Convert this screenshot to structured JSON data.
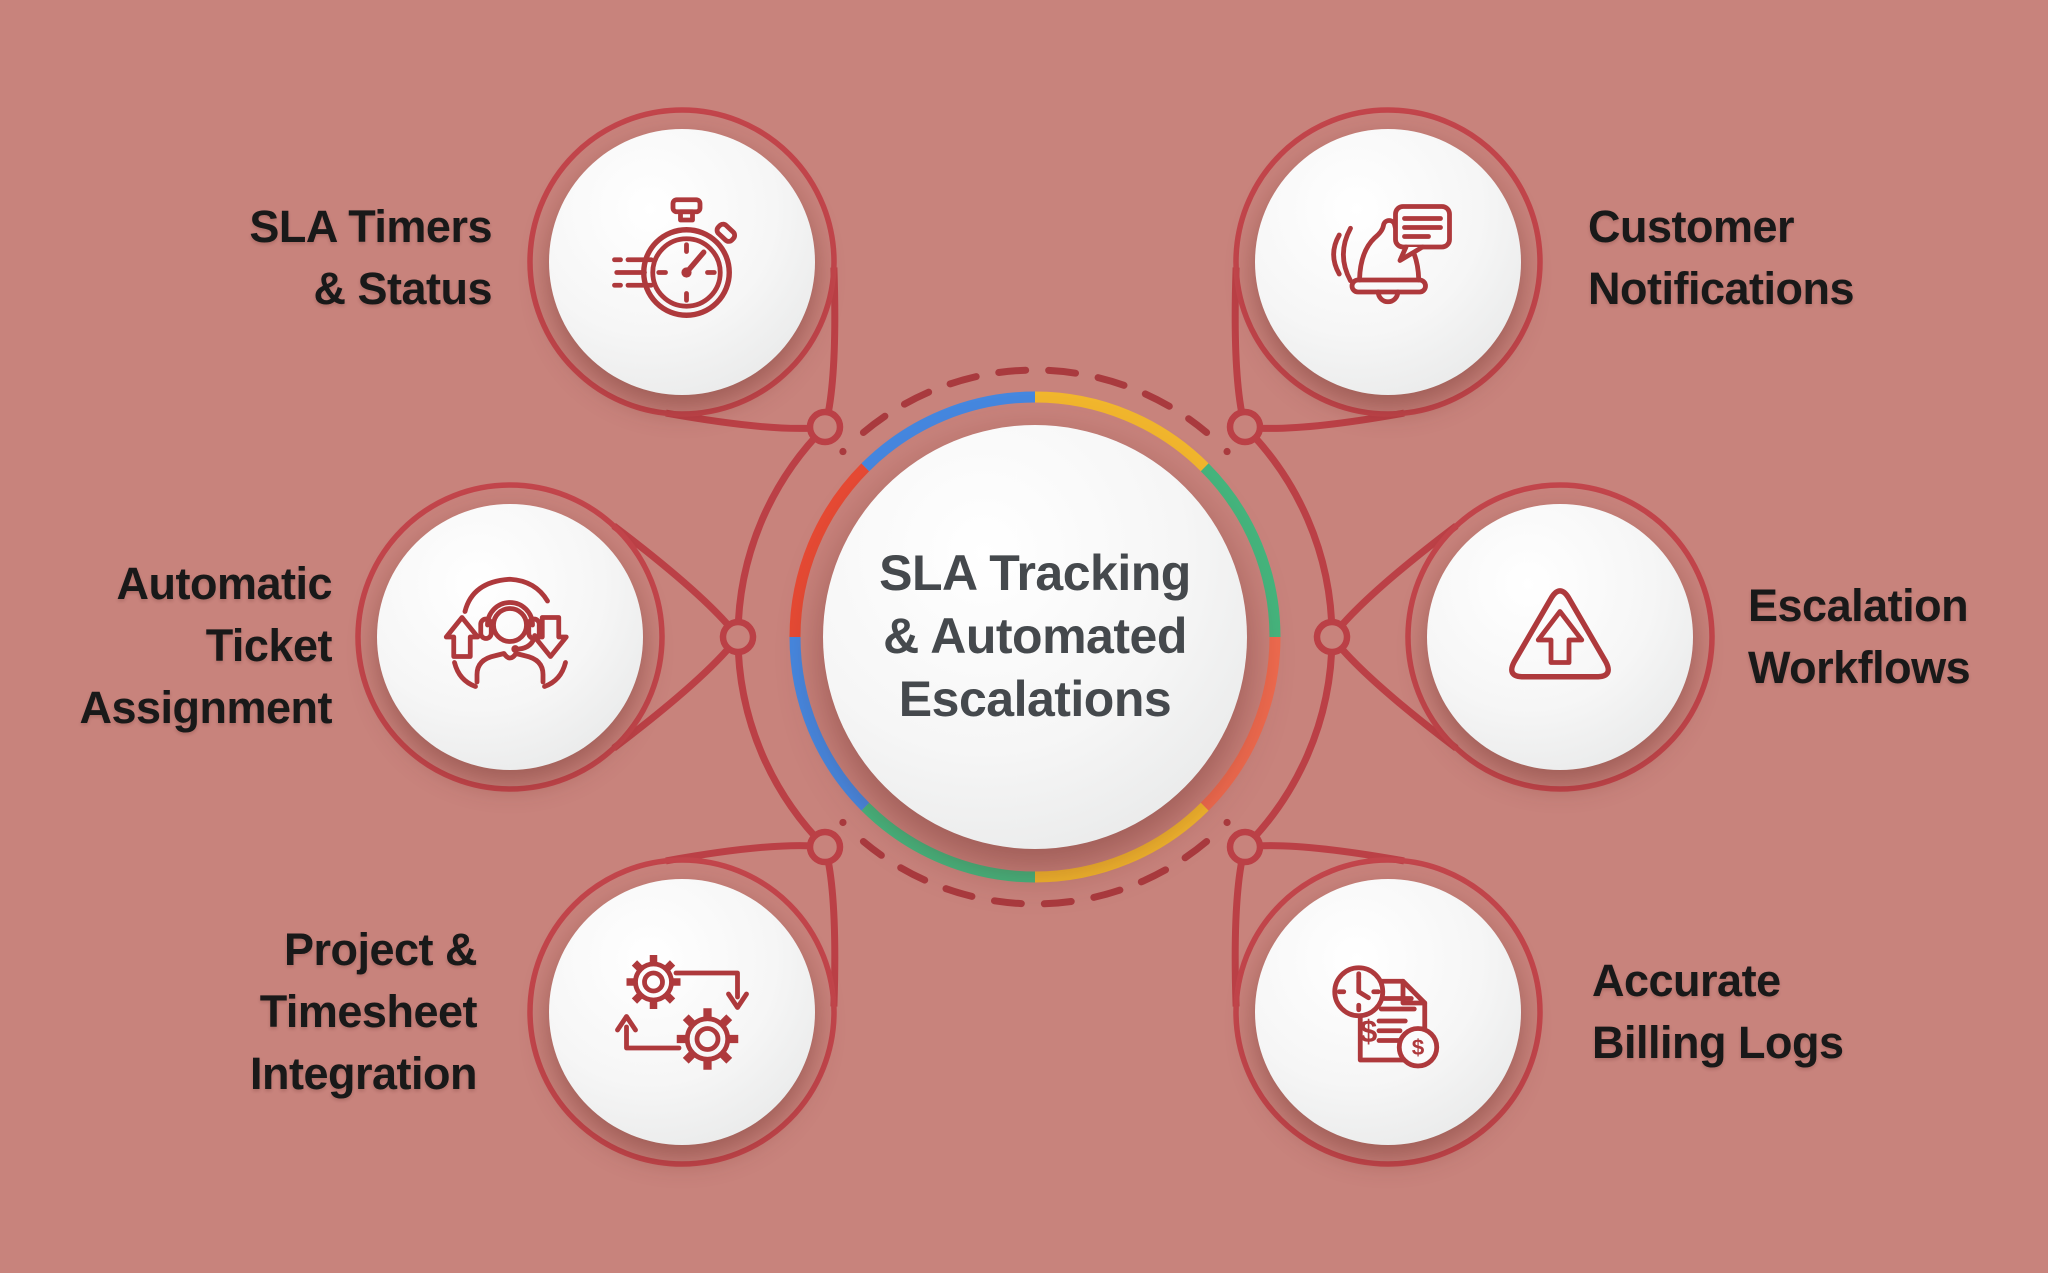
{
  "palette": {
    "background": "#c8837c",
    "connector_red": "#bb4046",
    "satellite_ring_red": "#c2454b",
    "dashed_red": "#a93a3e",
    "icon_red": "#ae393c",
    "circle_fill": "#fbfbfb",
    "label_text": "#191919",
    "center_text": "#45494d",
    "ring_segments": {
      "blue": "#4587df",
      "yellow": "#f1b62d",
      "green": "#44b57d",
      "red": "#e64a34",
      "salmon": "#ee6a4e"
    }
  },
  "center": {
    "label": "SLA Tracking & Automated Escalations",
    "lines": [
      "SLA Tracking",
      "& Automated",
      "Escalations"
    ]
  },
  "satellites": [
    {
      "position": "top-left",
      "label": "SLA Timers & Status",
      "lines": [
        "SLA Timers",
        "& Status"
      ],
      "icon": "stopwatch-icon"
    },
    {
      "position": "middle-left",
      "label": "Automatic Ticket Assignment",
      "lines": [
        "Automatic",
        "Ticket",
        "Assignment"
      ],
      "icon": "support-agent-icon"
    },
    {
      "position": "bottom-left",
      "label": "Project & Timesheet Integration",
      "lines": [
        "Project &",
        "Timesheet",
        "Integration"
      ],
      "icon": "gears-sync-icon"
    },
    {
      "position": "top-right",
      "label": "Customer Notifications",
      "lines": [
        "Customer",
        "Notifications"
      ],
      "icon": "notification-bell-icon"
    },
    {
      "position": "middle-right",
      "label": "Escalation Workflows",
      "lines": [
        "Escalation",
        "Workflows"
      ],
      "icon": "escalation-triangle-icon"
    },
    {
      "position": "bottom-right",
      "label": "Accurate Billing Logs",
      "lines": [
        "Accurate",
        "Billing Logs"
      ],
      "icon": "billing-invoice-icon"
    }
  ],
  "icons": {
    "dollar_glyph": "$"
  }
}
